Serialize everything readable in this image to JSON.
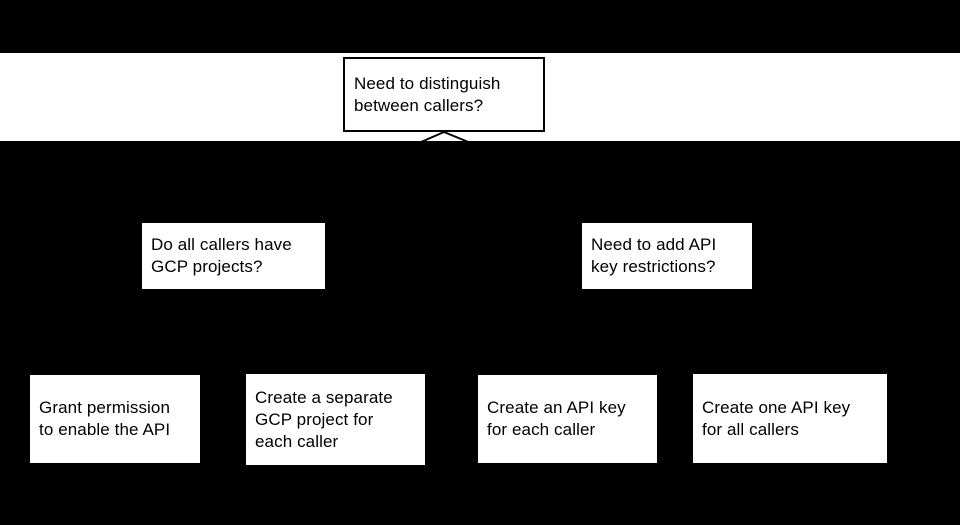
{
  "colors": {
    "background": "#000000",
    "surface": "#ffffff",
    "text": "#000000",
    "border": "#000000"
  },
  "flowchart": {
    "nodes": {
      "root": {
        "label": "Need to distinguish\nbetween callers?"
      },
      "gcp_question": {
        "label": "Do all callers have\nGCP projects?"
      },
      "api_key_question": {
        "label": "Need to add API\nkey restrictions?"
      },
      "grant_permission": {
        "label": "Grant permission\nto enable the API"
      },
      "separate_project": {
        "label": "Create a separate\nGCP project for\neach caller"
      },
      "key_each_caller": {
        "label": "Create an API key\nfor each caller"
      },
      "key_all_callers": {
        "label": "Create one API key\nfor all callers"
      }
    },
    "connectors": [
      {
        "from": "root",
        "to": "gcp_question"
      },
      {
        "from": "root",
        "to": "api_key_question"
      }
    ]
  }
}
